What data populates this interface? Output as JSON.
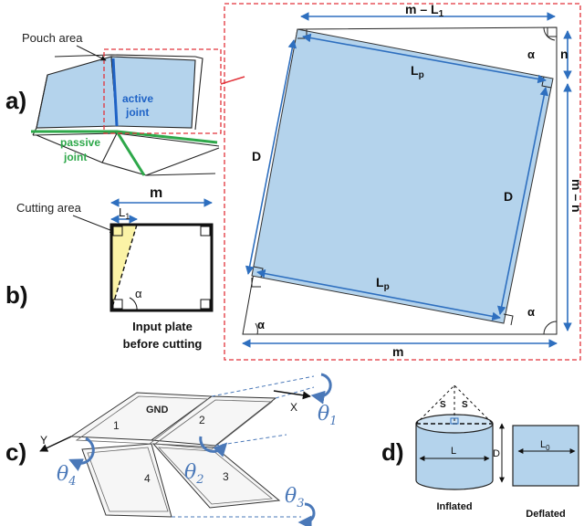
{
  "panels": {
    "a": {
      "letter": "a)",
      "pouch_area": "Pouch area",
      "active_joint_line1": "active",
      "active_joint_line2": "joint",
      "passive_joint_line1": "passive",
      "passive_joint_line2": "joint",
      "detail": {
        "top_dim": "m – L",
        "top_dim_sub": "1",
        "n": "n",
        "alpha_tr": "α",
        "lp_top": "L",
        "lp_top_sub": "p",
        "d_left": "D",
        "d_right": "D",
        "m_minus_n": "m – n",
        "lp_bottom": "L",
        "lp_bottom_sub": "p",
        "alpha_bl": "α",
        "alpha_br": "α",
        "bottom_dim": "m"
      }
    },
    "b": {
      "letter": "b)",
      "cutting_area": "Cutting area",
      "m_label": "m",
      "l1": "L",
      "l1_sub": "1",
      "alpha": "α",
      "caption_line1": "Input plate",
      "caption_line2": "before cutting"
    },
    "c": {
      "letter": "c)",
      "gnd": "GND",
      "x_axis": "X",
      "y_axis": "Y",
      "plates": [
        "1",
        "2",
        "3",
        "4"
      ],
      "theta1": "θ",
      "theta1_sub": "1",
      "theta2": "θ",
      "theta2_sub": "2",
      "theta3": "θ",
      "theta3_sub": "3",
      "theta4": "θ",
      "theta4_sub": "4"
    },
    "d": {
      "letter": "d)",
      "s_left": "S",
      "s_right": "S",
      "l_label": "L",
      "d_label": "D",
      "l0": "L",
      "l0_sub": "0",
      "inflated": "Inflated",
      "deflated": "Deflated"
    }
  },
  "colors": {
    "pouch_blue": "#b4d3ec",
    "dim_blue": "#2e6fbf",
    "active_joint": "#1f63c6",
    "passive_joint": "#2ea84a",
    "frame_red": "#e2333a",
    "cut_yellow": "#fbf3a6",
    "theta_blue": "#4a78b8"
  }
}
